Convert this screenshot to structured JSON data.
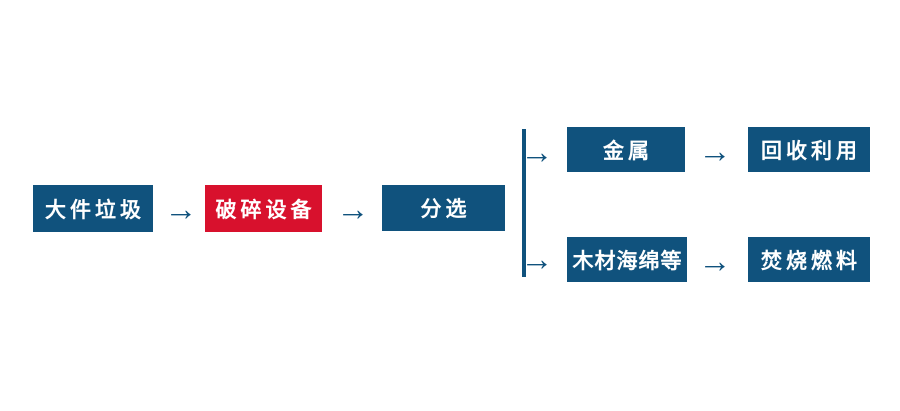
{
  "diagram": {
    "type": "flowchart",
    "colors": {
      "node_blue": "#10527d",
      "node_red": "#d8112d",
      "arrow_blue": "#10527d",
      "text_white": "#ffffff",
      "background": "#ffffff"
    },
    "glyphs": {
      "arrow": "→"
    },
    "nodes": {
      "bulky_waste": "大件垃圾",
      "crushing_equipment": "破碎设备",
      "sorting": "分选",
      "metal": "金属",
      "recycling": "回收利用",
      "wood_sponge": "木材海绵等",
      "incineration_fuel": "焚烧燃料"
    },
    "flow_sequence": [
      "大件垃圾 → 破碎设备 → 分选",
      "分选 → 金属 → 回收利用",
      "分选 → 木材海绵等 → 焚烧燃料"
    ]
  }
}
